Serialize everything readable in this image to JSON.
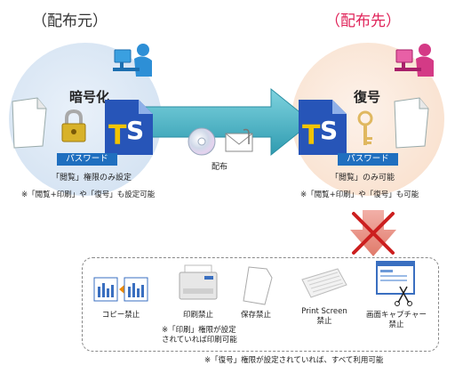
{
  "source": {
    "title": "（配布元）",
    "action": "暗号化",
    "password_label": "パスワード",
    "note_main": "「閲覧」権限のみ設定",
    "note_sub": "※「閲覧+印刷」や「復号」も設定可能"
  },
  "destination": {
    "title": "（配布先）",
    "action": "復号",
    "password_label": "パスワード",
    "note_main": "「閲覧」のみ可能",
    "note_sub": "※「閲覧+印刷」や「復号」も可能"
  },
  "distribution_label": "配布",
  "restrictions": [
    {
      "label": "コピー禁止",
      "icon": "copy-pages-icon"
    },
    {
      "label": "印刷禁止",
      "icon": "printer-icon"
    },
    {
      "label": "保存禁止",
      "icon": "file-icon"
    },
    {
      "label": "Print Screen\n禁止",
      "icon": "keyboard-icon"
    },
    {
      "label": "画面キャプチャー\n禁止",
      "icon": "screen-capture-icon"
    }
  ],
  "print_note": "※「印刷」権限が設定\nされていれば印刷可能",
  "footer_note": "※「復号」権限が設定されていれば、すべて利用可能",
  "colors": {
    "source_title": "#333333",
    "destination_title": "#e0245a",
    "accent_blue": "#2d6fc4",
    "deny_red": "#cc1f1f"
  }
}
